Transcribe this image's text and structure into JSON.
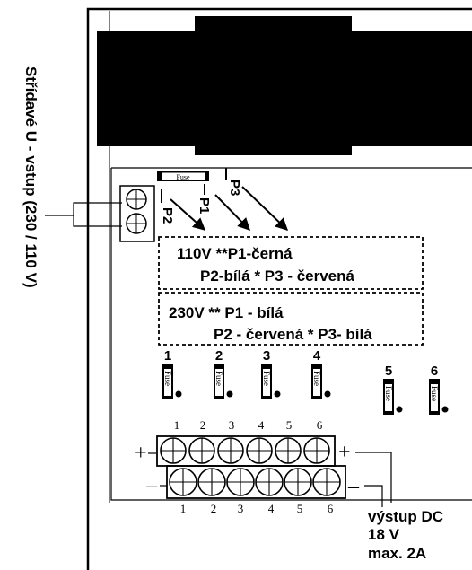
{
  "side_label": "Střídavé U - vstup (230 / 110 V)",
  "top_fuse_label": "Fuse",
  "wire_labels": {
    "p1": "P1",
    "p2": "P2",
    "p3": "P3"
  },
  "config_110": {
    "line1": "110V **P1-černá",
    "line2": "P2-bílá * P3 - červená"
  },
  "config_230": {
    "line1": "230V ** P1 - bílá",
    "line2": "P2 - červená  * P3- bílá"
  },
  "fuses": [
    {
      "number": "1",
      "text": "Fuse"
    },
    {
      "number": "2",
      "text": "Fuse"
    },
    {
      "number": "3",
      "text": "Fuse"
    },
    {
      "number": "4",
      "text": "Fuse"
    },
    {
      "number": "5",
      "text": "Fuse"
    },
    {
      "number": "6",
      "text": "Fuse"
    }
  ],
  "terminal_numbers": [
    "1",
    "2",
    "3",
    "4",
    "5",
    "6"
  ],
  "polarity": {
    "plus": "+",
    "minus": "–"
  },
  "output": {
    "line1": "výstup DC",
    "line2": "18 V",
    "line3": "max. 2A"
  }
}
